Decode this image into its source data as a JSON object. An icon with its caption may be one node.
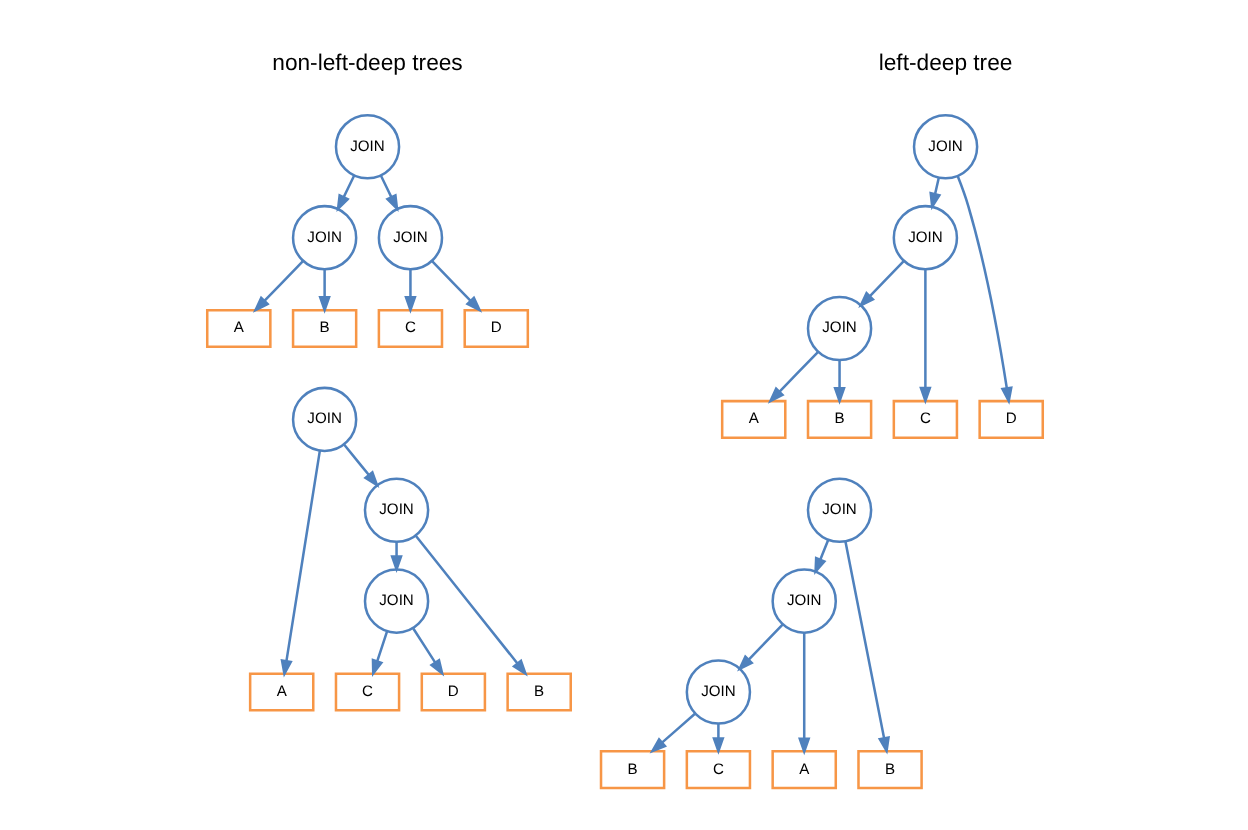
{
  "diagram": {
    "nodes": [
      {
        "text": [
          "JOIN"
        ]
      },
      {
        "text": [
          "JOIN"
        ]
      },
      {
        "text": [
          "JOIN"
        ]
      },
      {
        "text": [
          "A"
        ]
      },
      {
        "text": [
          "B"
        ]
      },
      {
        "text": [
          "C"
        ]
      },
      {
        "text": [
          "D"
        ]
      },
      {
        "text": [
          "JOIN"
        ]
      },
      {
        "text": [
          "JOIN"
        ]
      },
      {
        "text": [
          "JOIN"
        ]
      },
      {
        "text": [
          "A"
        ]
      },
      {
        "text": [
          "B"
        ]
      },
      {
        "text": [
          "C"
        ]
      },
      {
        "text": [
          "D"
        ]
      },
      {
        "text": [
          "JOIN"
        ]
      },
      {
        "text": [
          "JOIN"
        ]
      },
      {
        "text": [
          "JOIN"
        ]
      },
      {
        "text": [
          "A"
        ]
      },
      {
        "text": [
          "B"
        ]
      },
      {
        "text": [
          "C"
        ]
      },
      {
        "text": [
          "D"
        ]
      },
      {
        "text": [
          "JOIN"
        ]
      },
      {
        "text": [
          "JOIN"
        ]
      },
      {
        "text": [
          "JOIN"
        ]
      },
      {
        "text": [
          "A"
        ]
      },
      {
        "text": [
          "B"
        ]
      },
      {
        "text": [
          "C"
        ]
      },
      {
        "text": [
          "B"
        ]
      }
    ],
    "edges": [
      {
        "from": 0,
        "to": 1,
        "arrow": "to"
      },
      {
        "from": 0,
        "to": 2,
        "arrow": "to"
      },
      {
        "from": 1,
        "to": 3,
        "arrow": "to"
      },
      {
        "from": 1,
        "to": 4,
        "arrow": "to"
      },
      {
        "from": 2,
        "to": 5,
        "arrow": "to"
      },
      {
        "from": 2,
        "to": 6,
        "arrow": "to"
      },
      {
        "from": 7,
        "to": 8,
        "arrow": "to"
      },
      {
        "from": 7,
        "to": 13,
        "arrow": "to"
      },
      {
        "from": 8,
        "to": 9,
        "arrow": "to"
      },
      {
        "from": 8,
        "to": 12,
        "arrow": "to"
      },
      {
        "from": 9,
        "to": 10,
        "arrow": "to"
      },
      {
        "from": 9,
        "to": 11,
        "arrow": "to"
      },
      {
        "from": 14,
        "to": 17,
        "arrow": "to"
      },
      {
        "from": 14,
        "to": 15,
        "arrow": "to"
      },
      {
        "from": 15,
        "to": 18,
        "arrow": "to"
      },
      {
        "from": 15,
        "to": 16,
        "arrow": "to"
      },
      {
        "from": 16,
        "to": 19,
        "arrow": "to"
      },
      {
        "from": 16,
        "to": 20,
        "arrow": "to"
      },
      {
        "from": 21,
        "to": 22,
        "arrow": "to"
      },
      {
        "from": 21,
        "to": 27,
        "arrow": "to"
      },
      {
        "from": 22,
        "to": 24,
        "arrow": "to"
      },
      {
        "from": 22,
        "to": 23,
        "arrow": "to"
      },
      {
        "from": 23,
        "to": 25,
        "arrow": "to"
      },
      {
        "from": 23,
        "to": 26,
        "arrow": "to"
      }
    ],
    "labels": [
      "non-left-deep trees",
      "left-deep tree"
    ]
  }
}
